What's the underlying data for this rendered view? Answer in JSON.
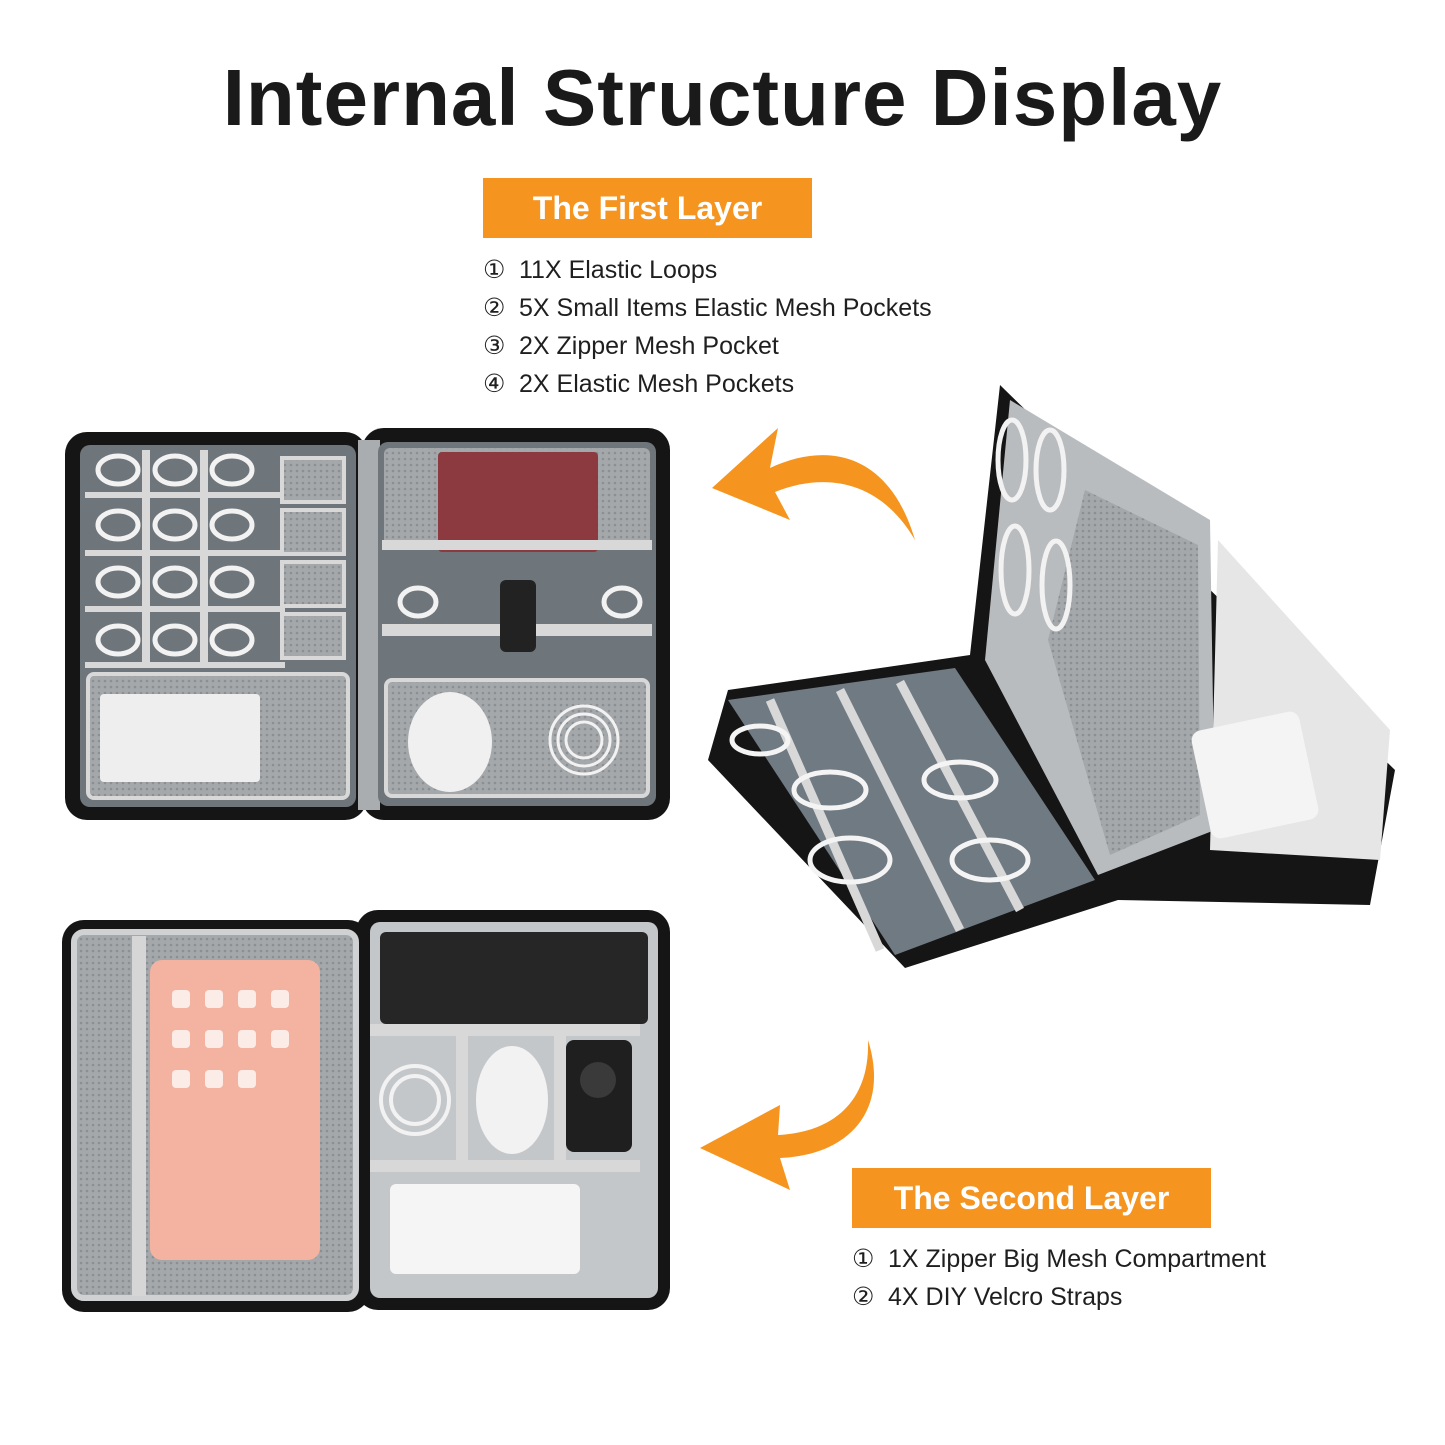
{
  "title": "Internal Structure Display",
  "first_layer": {
    "label": "The First Layer",
    "items": [
      {
        "num": "①",
        "text": "11X Elastic Loops"
      },
      {
        "num": "②",
        "text": "5X Small Items Elastic Mesh Pockets"
      },
      {
        "num": "③",
        "text": "2X Zipper Mesh Pocket"
      },
      {
        "num": "④",
        "text": "2X Elastic Mesh Pockets"
      }
    ]
  },
  "second_layer": {
    "label": "The Second Layer",
    "items": [
      {
        "num": "①",
        "text": "1X Zipper Big Mesh Compartment"
      },
      {
        "num": "②",
        "text": "4X DIY Velcro Straps"
      }
    ]
  },
  "colors": {
    "accent": "#f5951f",
    "case_shell": "#151515",
    "lining": "#c9cbcd",
    "lining_dark": "#6e757b",
    "mesh": "#9ba0a4",
    "strap": "#d8d8d8"
  }
}
